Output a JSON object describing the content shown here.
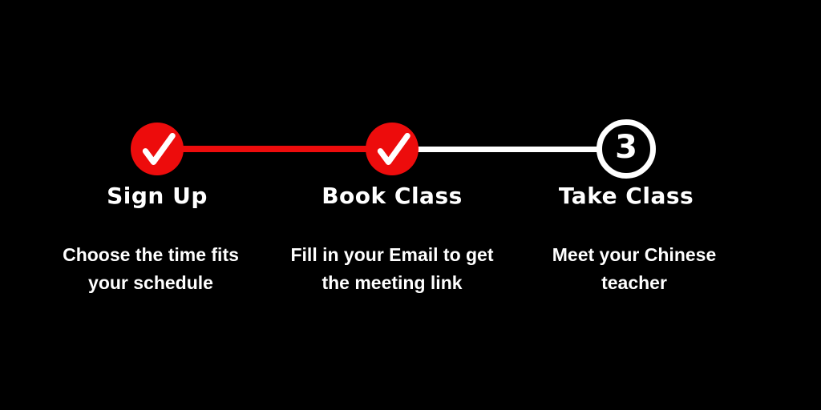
{
  "colors": {
    "background": "#000000",
    "completed_red": "#ED0C0C",
    "connector_upcoming_white": "#FFFFFF",
    "text_white": "#FFFFFF"
  },
  "steps": [
    {
      "title": "Sign Up",
      "status": "completed",
      "marker": "check",
      "description_line1": "Choose the time fits",
      "description_line2": "your schedule"
    },
    {
      "title": "Book Class",
      "status": "completed",
      "marker": "check",
      "description_line1": "Fill in your Email to get",
      "description_line2": "the meeting link"
    },
    {
      "title": "Take Class",
      "status": "upcoming",
      "marker": "3",
      "description_line1": "Meet your Chinese",
      "description_line2": "teacher"
    }
  ]
}
